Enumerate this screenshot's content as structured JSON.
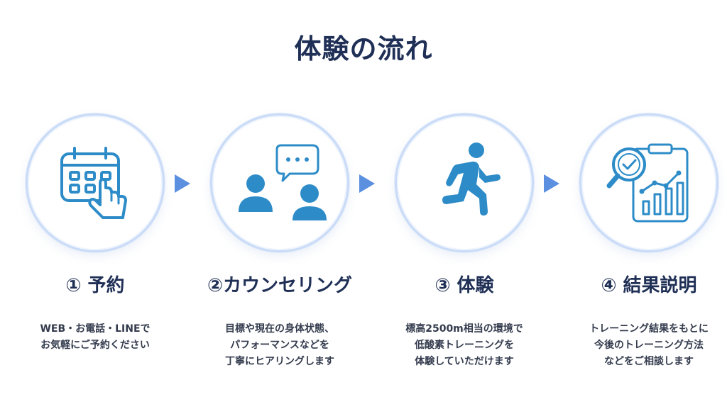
{
  "page": {
    "title": "体験の流れ"
  },
  "colors": {
    "title": "#1f2f55",
    "icon_blue": "#2d8cc8",
    "arrow": "#5b8fe0",
    "circle_border": "#c9dbf7"
  },
  "steps": [
    {
      "number": "①",
      "title": "① 予約",
      "icon": "calendar-tap-icon",
      "desc": [
        "WEB・お電話・LINEで",
        "お気軽にご予約ください"
      ]
    },
    {
      "number": "②",
      "title": "②カウンセリング",
      "icon": "counseling-icon",
      "desc": [
        "目標や現在の身体状態、",
        "パフォーマンスなどを",
        "丁寧にヒアリングします"
      ]
    },
    {
      "number": "③",
      "title": "③ 体験",
      "icon": "running-person-icon",
      "desc": [
        "標高2500m相当の環境で",
        "低酸素トレーニングを",
        "体験していただけます"
      ]
    },
    {
      "number": "④",
      "title": "④ 結果説明",
      "icon": "report-analysis-icon",
      "desc": [
        "トレーニング結果をもとに",
        "今後のトレーニング方法",
        "などをご相談します"
      ]
    }
  ],
  "arrows": [
    "arrow-right-icon",
    "arrow-right-icon",
    "arrow-right-icon"
  ]
}
